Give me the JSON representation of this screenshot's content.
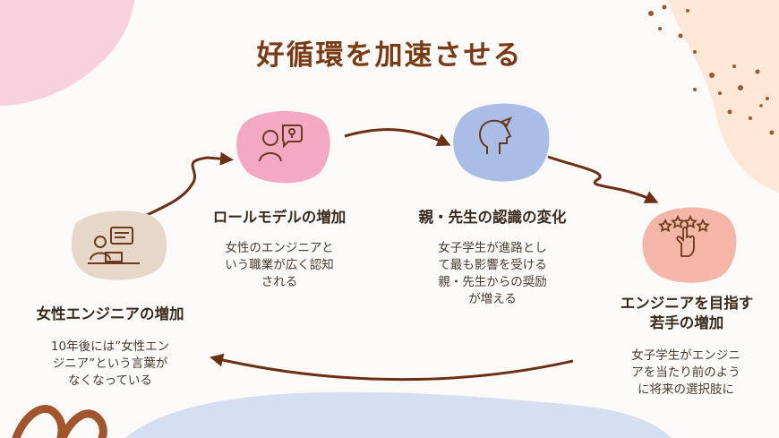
{
  "title": "好循環を加速させる",
  "colors": {
    "title": "#7a3a14",
    "arrow": "#6b2f14",
    "pink": "#f3a9c4",
    "blue": "#a9bde6",
    "beige": "#e6d7c8",
    "salmon": "#f4b6a6",
    "peach": "#fbd9c4"
  },
  "stages": [
    {
      "icon": "engineer-at-desk-icon",
      "title": "女性エンジニアの増加",
      "desc_lines": [
        "10年後には”女性エン",
        "ジニア”という言葉が",
        "なくなっている"
      ]
    },
    {
      "icon": "role-model-idea-icon",
      "title": "ロールモデルの増加",
      "desc_lines": [
        "女性のエンジニアと",
        "いう職業が広く認知",
        "される"
      ]
    },
    {
      "icon": "head-thinking-icon",
      "title": "親・先生の認識の変化",
      "desc_lines": [
        "女子学生が進路とし",
        "て最も影響を受ける",
        "親・先生からの奨励",
        "が増える"
      ]
    },
    {
      "icon": "star-rating-hand-icon",
      "title_lines": [
        "エンジニアを目指す",
        "若手の増加"
      ],
      "desc_lines": [
        "女子学生がエンジニ",
        "アを当たり前のよう",
        "に将来の選択肢に"
      ]
    }
  ]
}
